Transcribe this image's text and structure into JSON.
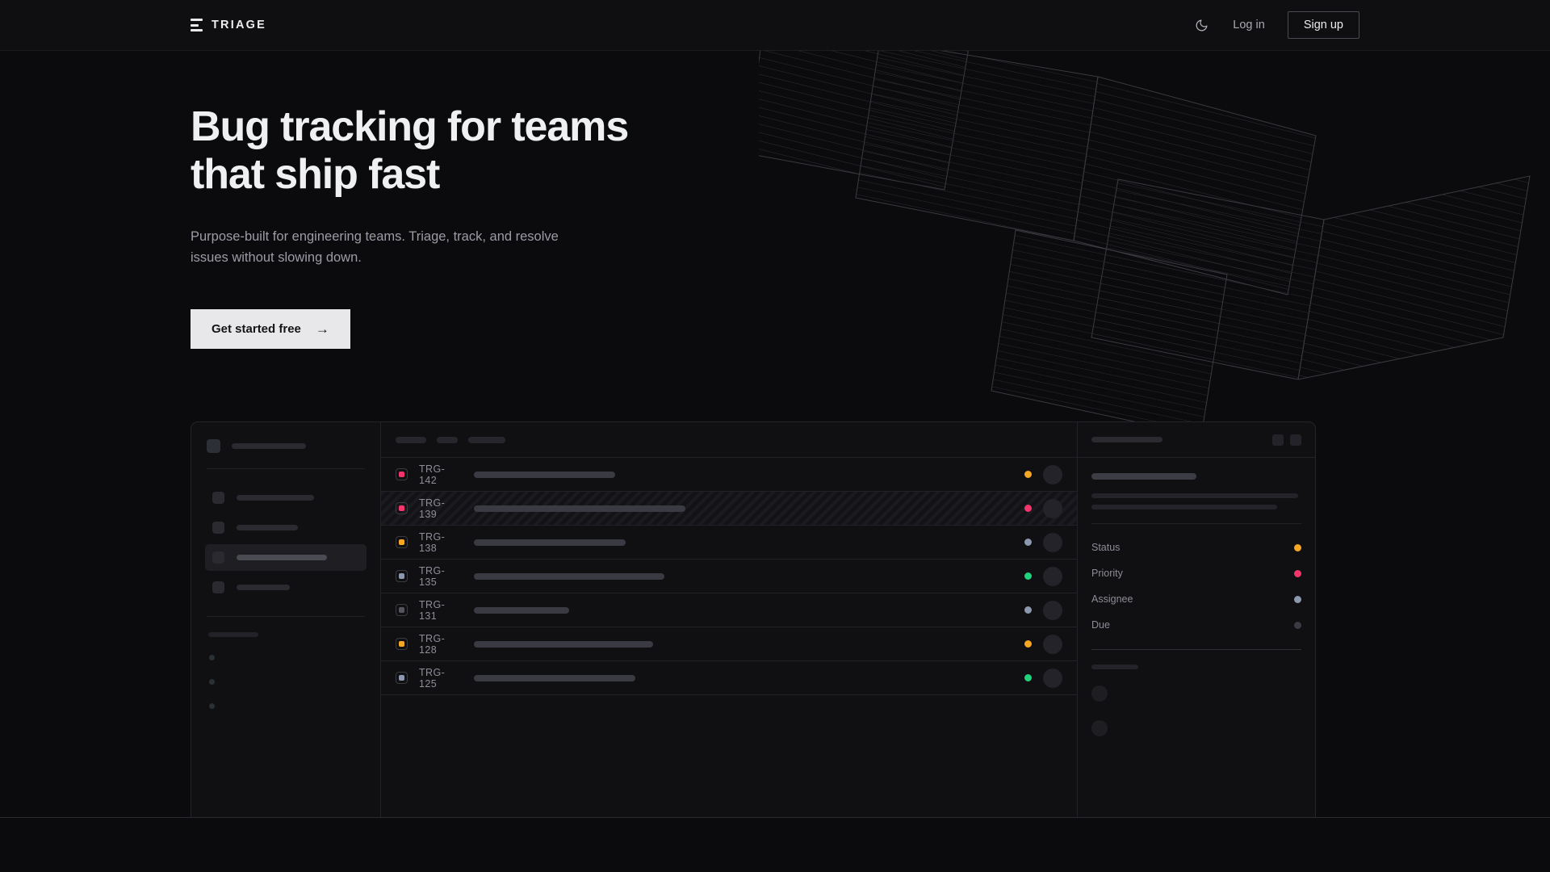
{
  "header": {
    "brand": "TRIAGE",
    "brand_icon": "stacked-bars-logo-icon",
    "theme_icon": "moon-icon",
    "login_label": "Log in",
    "signup_label": "Sign up"
  },
  "hero": {
    "heading_line1": "Bug tracking for teams",
    "heading_line2": "that ship fast",
    "subheading": "Purpose-built for engineering teams. Triage, track, and resolve issues without slowing down.",
    "cta_label": "Get started free",
    "cta_arrow": "→"
  },
  "colors": {
    "page_bg": "#0b0b0d",
    "header_bg": "#0f0f11",
    "panel_bg": "#101013",
    "border": "#24242a",
    "text_primary": "#eff0f1",
    "text_muted": "#9c9ca6",
    "cta_bg": "#e8e8ea",
    "priority_urgent": "#f4356b",
    "priority_high": "#f5a623",
    "priority_medium": "#8b98ad",
    "priority_low": "#555560",
    "status_done": "#20d27a"
  },
  "mockup": {
    "sidebar": {
      "nav_items": [
        {
          "width": 96,
          "active": false
        },
        {
          "width": 76,
          "active": false
        },
        {
          "width": 112,
          "active": true
        },
        {
          "width": 66,
          "active": false
        }
      ],
      "mini_dots": 3
    },
    "toolbar_pills": [
      38,
      26,
      46
    ],
    "issues": [
      {
        "id": "TRG-142",
        "priority_color": "#f4356b",
        "title_width": 175,
        "status_color": "#f5a623",
        "selected": false
      },
      {
        "id": "TRG-139",
        "priority_color": "#f4356b",
        "title_width": 262,
        "status_color": "#f4356b",
        "selected": true
      },
      {
        "id": "TRG-138",
        "priority_color": "#f5a623",
        "title_width": 188,
        "status_color": "#8b98ad",
        "selected": false
      },
      {
        "id": "TRG-135",
        "priority_color": "#8b98ad",
        "title_width": 236,
        "status_color": "#20d27a",
        "selected": false
      },
      {
        "id": "TRG-131",
        "priority_color": "#555560",
        "title_width": 118,
        "status_color": "#8b98ad",
        "selected": false
      },
      {
        "id": "TRG-128",
        "priority_color": "#f5a623",
        "title_width": 222,
        "status_color": "#f5a623",
        "selected": false
      },
      {
        "id": "TRG-125",
        "priority_color": "#8b98ad",
        "title_width": 200,
        "status_color": "#20d27a",
        "selected": false
      }
    ],
    "detail": {
      "header_bar_width": 88,
      "header_buttons": 2,
      "desc_lines": [
        256,
        230
      ],
      "fields": [
        {
          "label": "Status",
          "color": "#f5a623"
        },
        {
          "label": "Priority",
          "color": "#f4356b"
        },
        {
          "label": "Assignee",
          "color": "#8b98ad"
        },
        {
          "label": "Due",
          "color": "#3a3a42"
        }
      ],
      "activity_avatars": 2
    }
  }
}
